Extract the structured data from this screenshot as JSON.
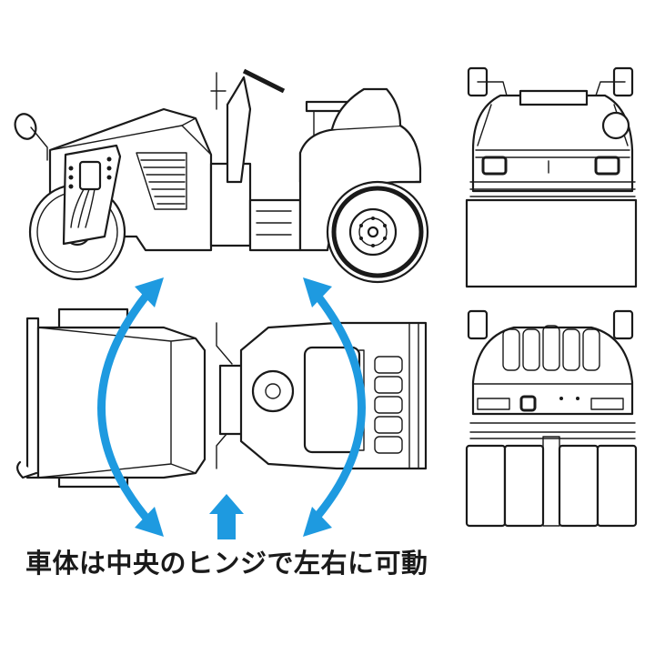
{
  "figure": {
    "caption": "車体は中央のヒンジで左右に可動",
    "views": [
      {
        "id": "side",
        "label": "side-view"
      },
      {
        "id": "front",
        "label": "front-view"
      },
      {
        "id": "top",
        "label": "top-view"
      },
      {
        "id": "rear",
        "label": "rear-view"
      }
    ],
    "arrows": [
      {
        "id": "left-curved",
        "kind": "double-headed-curved"
      },
      {
        "id": "right-curved",
        "kind": "double-headed-curved"
      },
      {
        "id": "center-up",
        "kind": "straight-up"
      }
    ]
  },
  "colors": {
    "arrow": "#1e9ae0",
    "line_art": "#1a1a1a",
    "background": "#ffffff",
    "caption": "#1a1a1a"
  }
}
